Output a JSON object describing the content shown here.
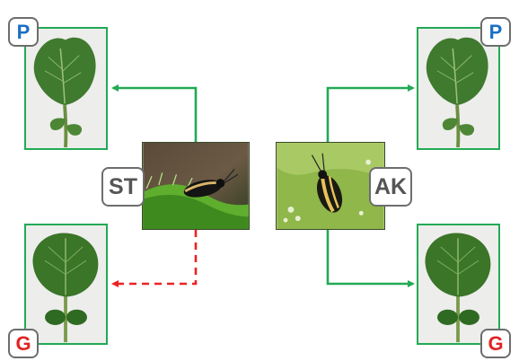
{
  "colors": {
    "panel_border": "#22aa55",
    "arrow_solid": "#22aa55",
    "arrow_dashed": "#ee2222",
    "label_p": "#1a6fc4",
    "label_g": "#e32222",
    "label_dark": "#555555",
    "badge_border": "#6d6d6d"
  },
  "labels": {
    "p_left": "P",
    "p_right": "P",
    "g_left": "G",
    "g_right": "G",
    "st": "ST",
    "ak": "AK"
  },
  "panels": [
    {
      "name": "plant-panel-p-left",
      "label": "p_left",
      "plant_type": "lobed-leaf-seedling"
    },
    {
      "name": "plant-panel-p-right",
      "label": "p_right",
      "plant_type": "lobed-leaf-seedling"
    },
    {
      "name": "plant-panel-g-left",
      "label": "g_left",
      "plant_type": "round-leaf-seedling"
    },
    {
      "name": "plant-panel-g-right",
      "label": "g_right",
      "plant_type": "round-leaf-seedling"
    }
  ],
  "beetles": [
    {
      "name": "beetle-photo-st",
      "label": "st",
      "photo": "flea-beetle-on-leaf-edge"
    },
    {
      "name": "beetle-photo-ak",
      "label": "ak",
      "photo": "striped-beetle-on-damaged-leaf"
    }
  ],
  "arrows": [
    {
      "name": "arrow-st-to-p-left",
      "from": "st",
      "to": "p_left",
      "style": "solid"
    },
    {
      "name": "arrow-st-to-g-left",
      "from": "st",
      "to": "g_left",
      "style": "dashed"
    },
    {
      "name": "arrow-ak-to-p-right",
      "from": "ak",
      "to": "p_right",
      "style": "solid"
    },
    {
      "name": "arrow-ak-to-g-right",
      "from": "ak",
      "to": "g_right",
      "style": "solid"
    }
  ]
}
